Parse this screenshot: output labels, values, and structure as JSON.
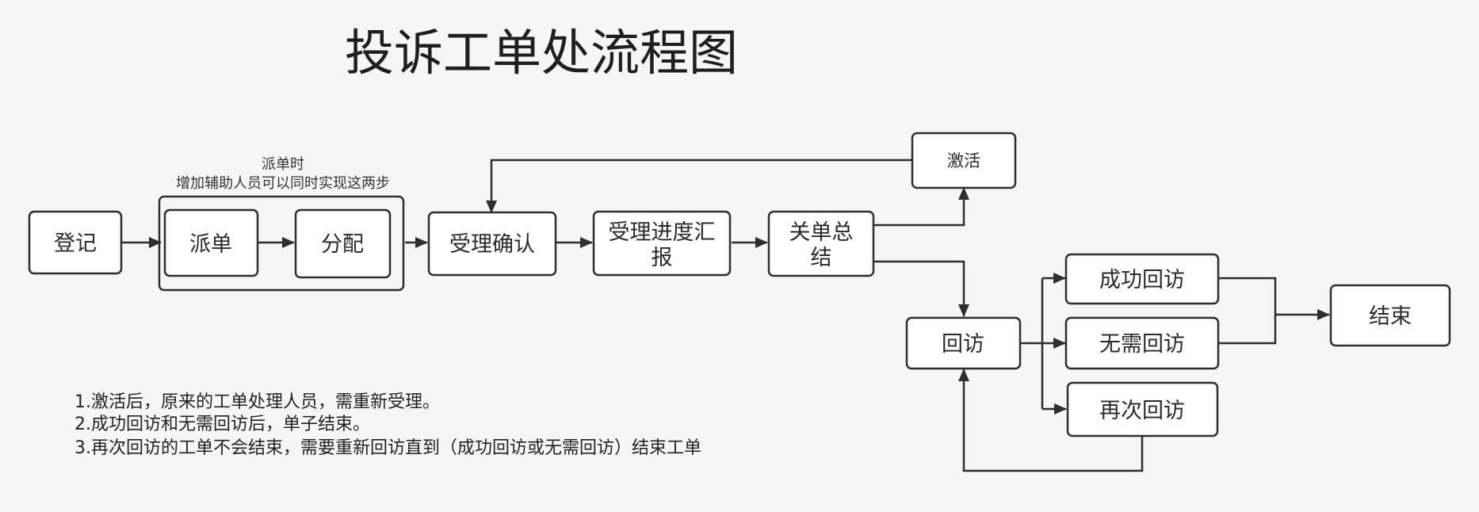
{
  "title": "投诉工单处流程图",
  "group": {
    "caption_line1": "派单时",
    "caption_line2": "增加辅助人员可以同时实现这两步"
  },
  "nodes": {
    "register": "登记",
    "dispatch": "派单",
    "assign": "分配",
    "accept": "受理确认",
    "progress_line1": "受理进度汇",
    "progress_line2": "报",
    "close_line1": "关单总",
    "close_line2": "结",
    "activate": "激活",
    "revisit": "回访",
    "success": "成功回访",
    "no_need": "无需回访",
    "again": "再次回访",
    "end": "结束"
  },
  "notes": [
    "1.激活后，原来的工单处理人员，需重新受理。",
    "2.成功回访和无需回访后，单子结束。",
    "3.再次回访的工单不会结束，需要重新回访直到（成功回访或无需回访）结束工单"
  ],
  "colors": {
    "background": "#f6f6f6",
    "stroke": "#2e2e2e",
    "node_fill": "#ffffff"
  }
}
